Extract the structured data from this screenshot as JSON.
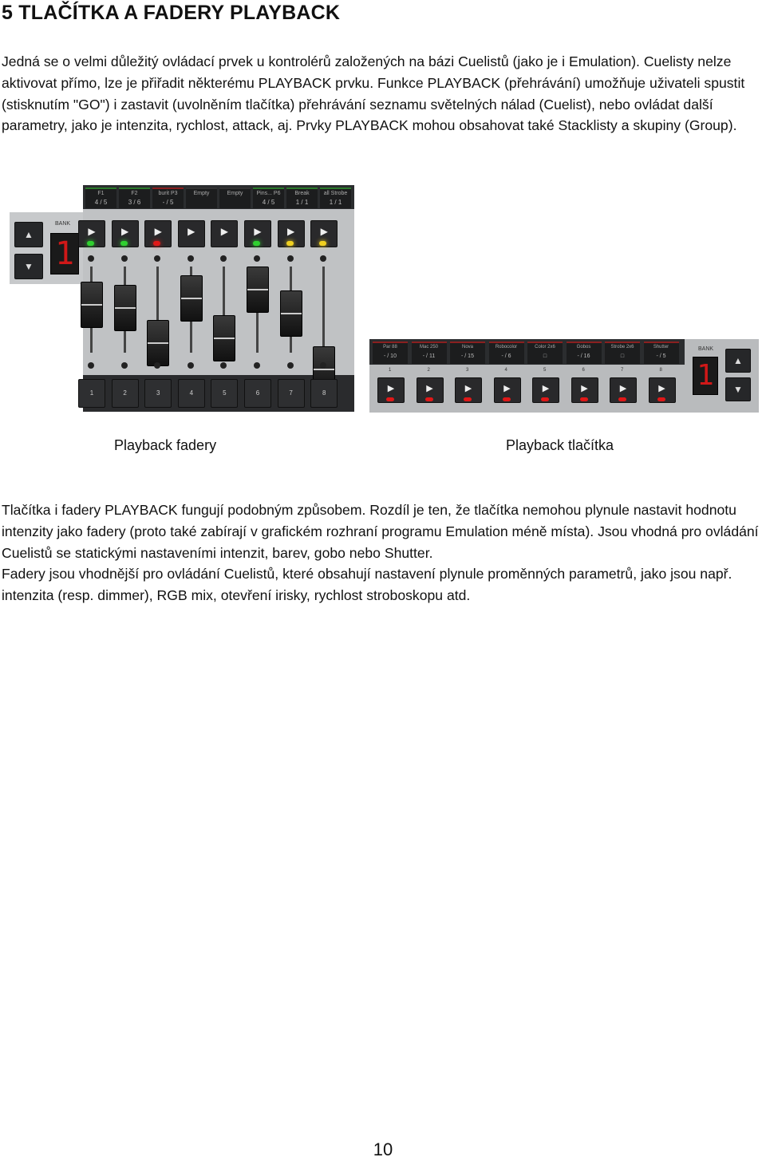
{
  "heading": "5 TLAČÍTKA A FADERY PLAYBACK",
  "paragraph1": "Jedná se o velmi důležitý ovládací prvek u kontrolérů založených na bázi Cuelistů (jako je i Emulation). Cuelisty nelze aktivovat přímo, lze je přiřadit některému PLAYBACK prvku. Funkce PLAYBACK (přehrávání) umožňuje uživateli spustit (stisknutím \"GO\") i zastavit (uvolněním tlačítka) přehrávání seznamu světelných nálad (Cuelist), nebo ovládat další parametry, jako je intenzita, rychlost, attack, aj. Prvky PLAYBACK mohou obsahovat také Stacklisty a skupiny (Group).",
  "fader_panel": {
    "bank_label": "BANK",
    "bank_digit": "1",
    "arrow_up": "▲",
    "arrow_down": "▼",
    "play_glyph": "▶",
    "cues": [
      {
        "name": "F1",
        "value": "4 / 5",
        "status": "green"
      },
      {
        "name": "F2",
        "value": "3 / 6",
        "status": "green"
      },
      {
        "name": "burit P3",
        "value": "- / 5",
        "status": "red"
      },
      {
        "name": "Empty",
        "value": "",
        "status": "none"
      },
      {
        "name": "Empty",
        "value": "",
        "status": "none"
      },
      {
        "name": "Pins... P6",
        "value": "4 / 5",
        "status": "green"
      },
      {
        "name": "Break",
        "value": "1 / 1",
        "status": "green"
      },
      {
        "name": "all Strobe",
        "value": "1 / 1",
        "status": "green"
      }
    ],
    "led_colors": [
      "#2fd12f",
      "#2fd12f",
      "#e01818",
      "",
      "",
      "#2fd12f",
      "#f0d020",
      "#f0d020"
    ],
    "fader_levels": [
      0.78,
      0.74,
      0.35,
      0.85,
      0.4,
      0.95,
      0.68,
      0.05
    ],
    "numbers": [
      "1",
      "2",
      "3",
      "4",
      "5",
      "6",
      "7",
      "8"
    ]
  },
  "button_panel": {
    "bank_label": "BANK",
    "bank_digit": "1",
    "arrow_up": "▲",
    "arrow_down": "▼",
    "play_glyph": "▶",
    "cues": [
      {
        "name": "Par 88",
        "value": "- / 10"
      },
      {
        "name": "Mac 250",
        "value": "- / 11"
      },
      {
        "name": "Nova",
        "value": "- / 15"
      },
      {
        "name": "Robocolor",
        "value": "- / 6"
      },
      {
        "name": "Color 2x6",
        "value": "□"
      },
      {
        "name": "Gobos",
        "value": "- / 16"
      },
      {
        "name": "Strobe 2x6",
        "value": "□"
      },
      {
        "name": "Shutter",
        "value": "- / 5"
      }
    ],
    "numbers": [
      "1",
      "2",
      "3",
      "4",
      "5",
      "6",
      "7",
      "8"
    ]
  },
  "caption_faders": "Playback fadery",
  "caption_buttons": "Playback tlačítka",
  "paragraph2": "Tlačítka i fadery PLAYBACK fungují podobným způsobem. Rozdíl je ten, že tlačítka nemohou plynule nastavit hodnotu intenzity jako fadery (proto také zabírají v grafickém rozhraní programu Emulation méně místa). Jsou vhodná pro ovládání Cuelistů se statickými nastaveními intenzit, barev, gobo nebo Shutter.",
  "paragraph3": "Fadery jsou vhodnější pro ovládání Cuelistů, které obsahují nastavení plynule proměnných parametrů, jako jsou např. intenzita (resp. dimmer), RGB mix, otevření irisky, rychlost stroboskopu atd.",
  "page_number": "10"
}
